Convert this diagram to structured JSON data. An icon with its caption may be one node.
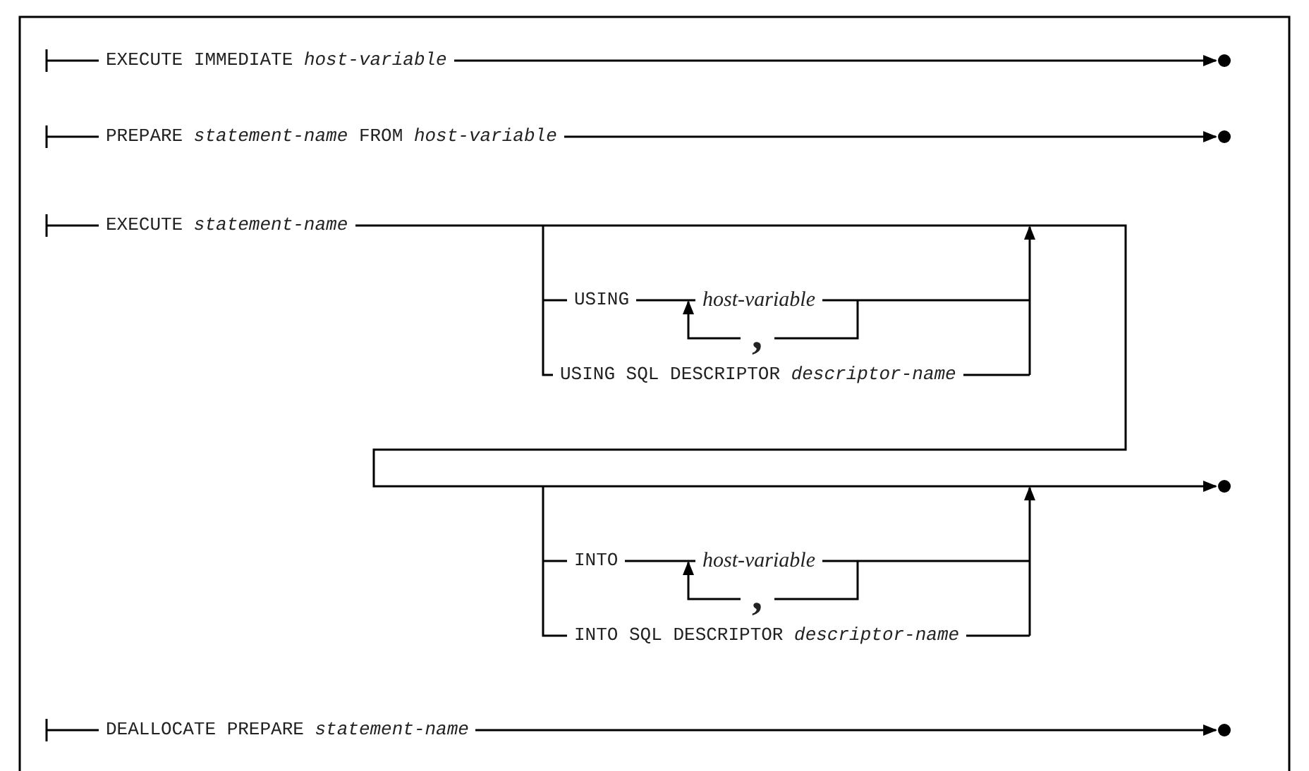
{
  "diagram": {
    "labels": [
      "EXECUTE IMMEDIATE *host-variable*",
      "PREPARE *statement-name* FROM *host-variable*",
      "EXECUTE *statement-name*",
      "USING",
      "host-variable",
      ",",
      "USING SQL DESCRIPTOR *descriptor-name*",
      "INTO",
      "host-variable",
      ",",
      "INTO SQL DESCRIPTOR *descriptor-name*",
      "DEALLOCATE PREPARE *statement-name*"
    ]
  }
}
